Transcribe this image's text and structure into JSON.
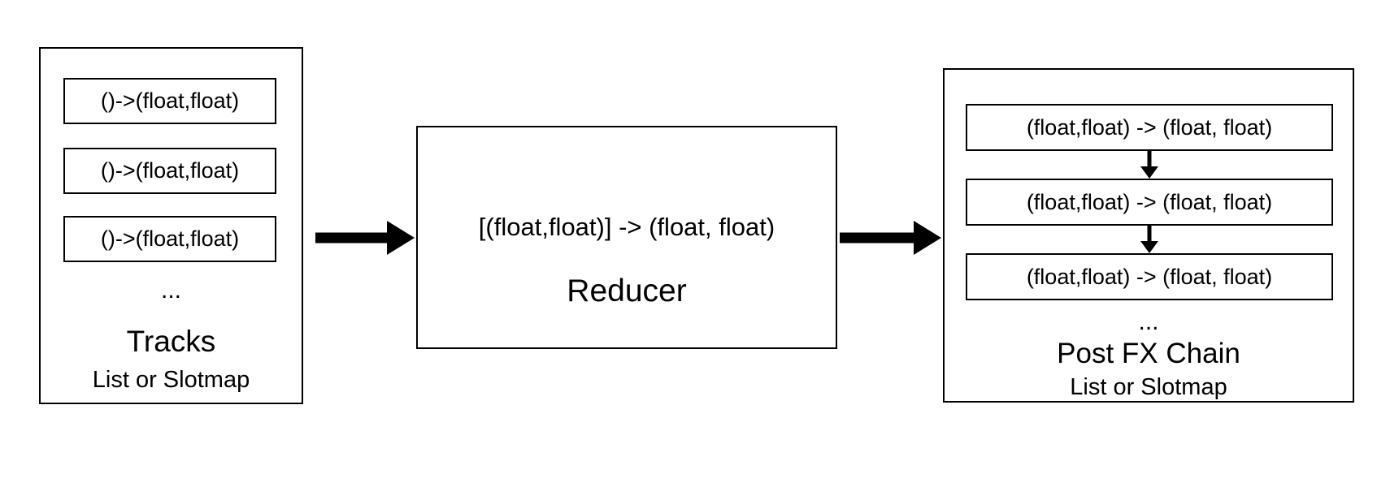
{
  "colors": {
    "stroke": "#000000",
    "background": "#ffffff"
  },
  "tracks": {
    "items": [
      "()->(float,float)",
      "()->(float,float)",
      "()->(float,float)"
    ],
    "ellipsis": "...",
    "title": "Tracks",
    "subtitle": "List or Slotmap"
  },
  "reducer": {
    "signature": "[(float,float)] -> (float, float)",
    "title": "Reducer"
  },
  "postfx": {
    "items": [
      "(float,float) -> (float, float)",
      "(float,float) -> (float, float)",
      "(float,float) -> (float, float)"
    ],
    "ellipsis": "...",
    "title": "Post FX Chain",
    "subtitle": "List or Slotmap"
  }
}
